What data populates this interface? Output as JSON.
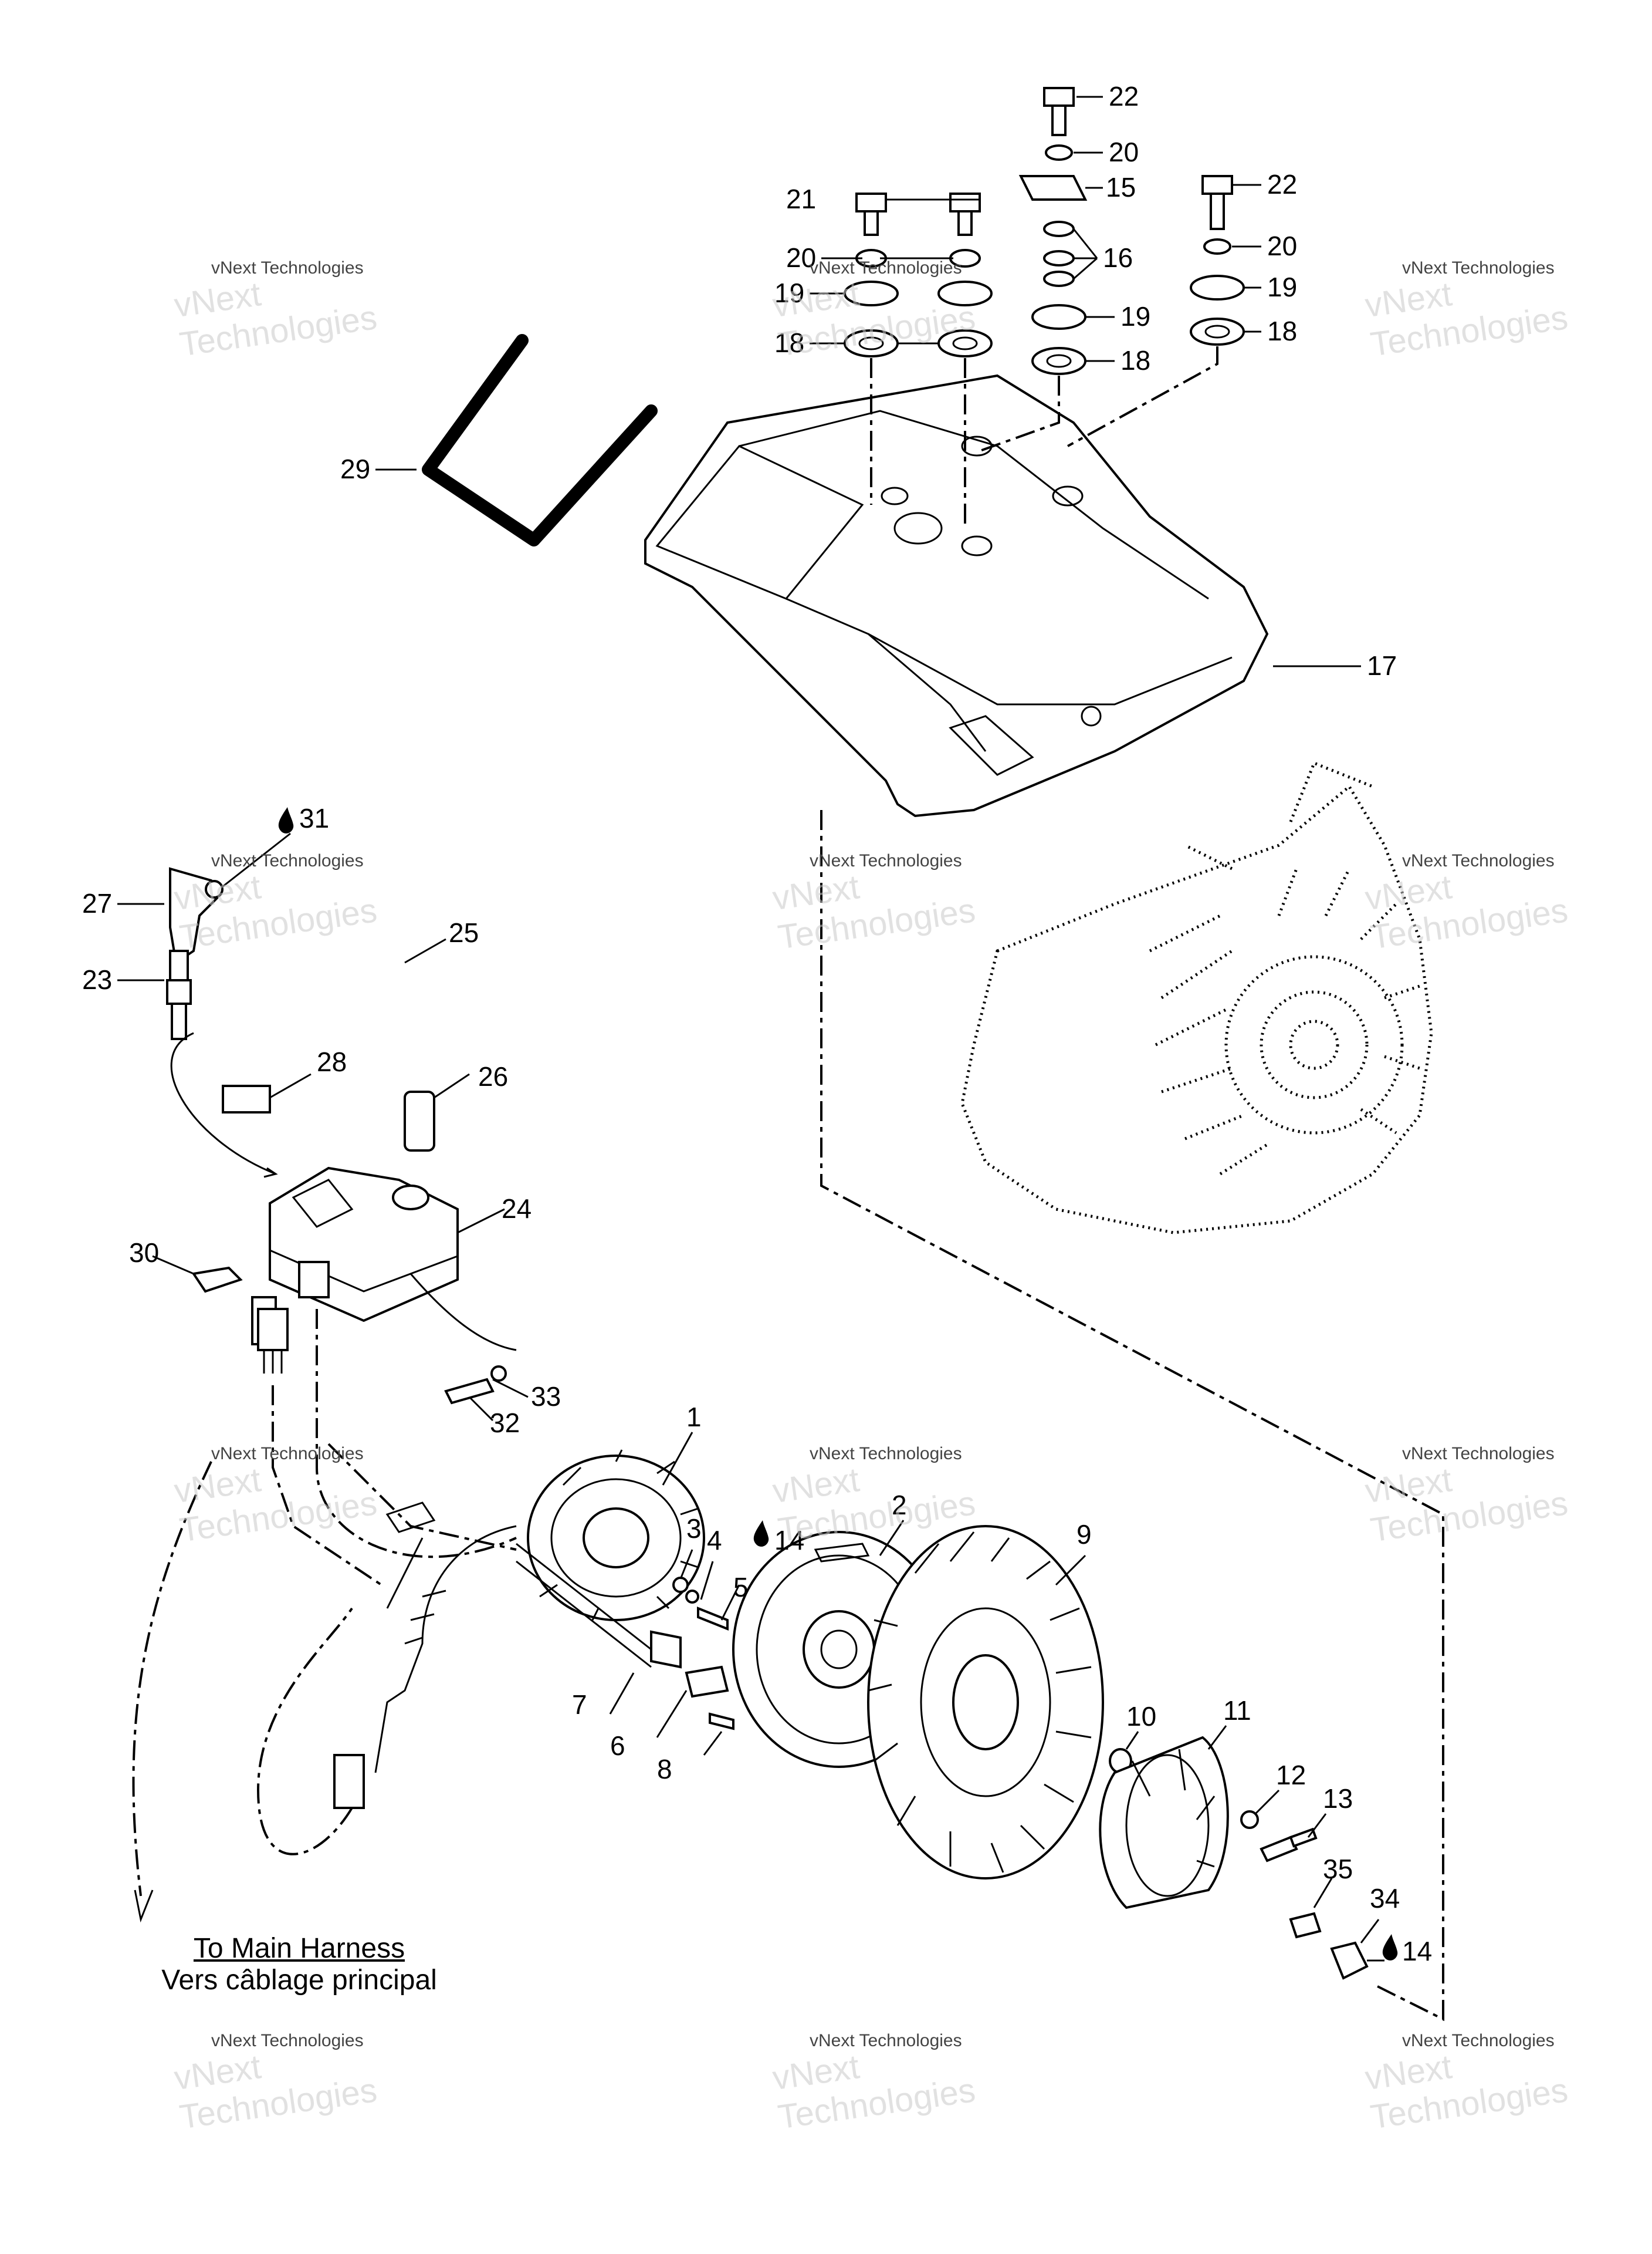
{
  "callouts": {
    "c1": "1",
    "c2": "2",
    "c3": "3",
    "c4": "4",
    "c5": "5",
    "c6": "6",
    "c7": "7",
    "c8": "8",
    "c9": "9",
    "c10": "10",
    "c11": "11",
    "c12": "12",
    "c13": "13",
    "c14a": "14",
    "c14b": "14",
    "c15": "15",
    "c16": "16",
    "c17": "17",
    "c18a": "18",
    "c18b": "18",
    "c18c": "18",
    "c19a": "19",
    "c19b": "19",
    "c19c": "19",
    "c20a": "20",
    "c20b": "20",
    "c20c": "20",
    "c21": "21",
    "c22a": "22",
    "c22b": "22",
    "c23": "23",
    "c24": "24",
    "c25": "25",
    "c26": "26",
    "c27": "27",
    "c28": "28",
    "c29": "29",
    "c30": "30",
    "c31": "31",
    "c32": "32",
    "c33": "33",
    "c34": "34",
    "c35": "35"
  },
  "harness_note": {
    "line1": "To Main Harness",
    "line2": "Vers câblage principal"
  },
  "watermark": {
    "line1": "vNext Technologies",
    "line2": "vNext Technologies"
  },
  "colors": {
    "ink": "#000000",
    "paper": "#ffffff",
    "watermark": "#9a9a9a"
  },
  "icons": {
    "sealant_marker": "drop-icon"
  }
}
